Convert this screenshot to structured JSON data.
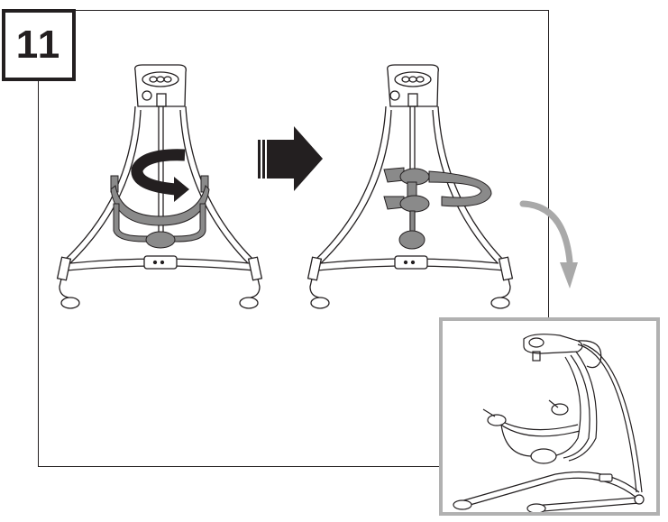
{
  "step": {
    "number": "11"
  },
  "illustrations": [
    {
      "id": "swing-before",
      "description": "Front view of swing frame; tray arm in front position with rotation arrow"
    },
    {
      "id": "swing-after",
      "description": "Front view of swing frame; tray arm rotated to side"
    },
    {
      "id": "swing-assembled",
      "description": "Perspective view of completed swing in inset box"
    }
  ],
  "arrows": {
    "transition": "right-arrow-icon",
    "rotation": "rotate-arrow-icon",
    "inset_pointer": "curved-down-arrow-icon"
  },
  "colors": {
    "ink": "#231f20",
    "part_gray": "#8a8a8a",
    "inset_border": "#b1b1b1"
  }
}
